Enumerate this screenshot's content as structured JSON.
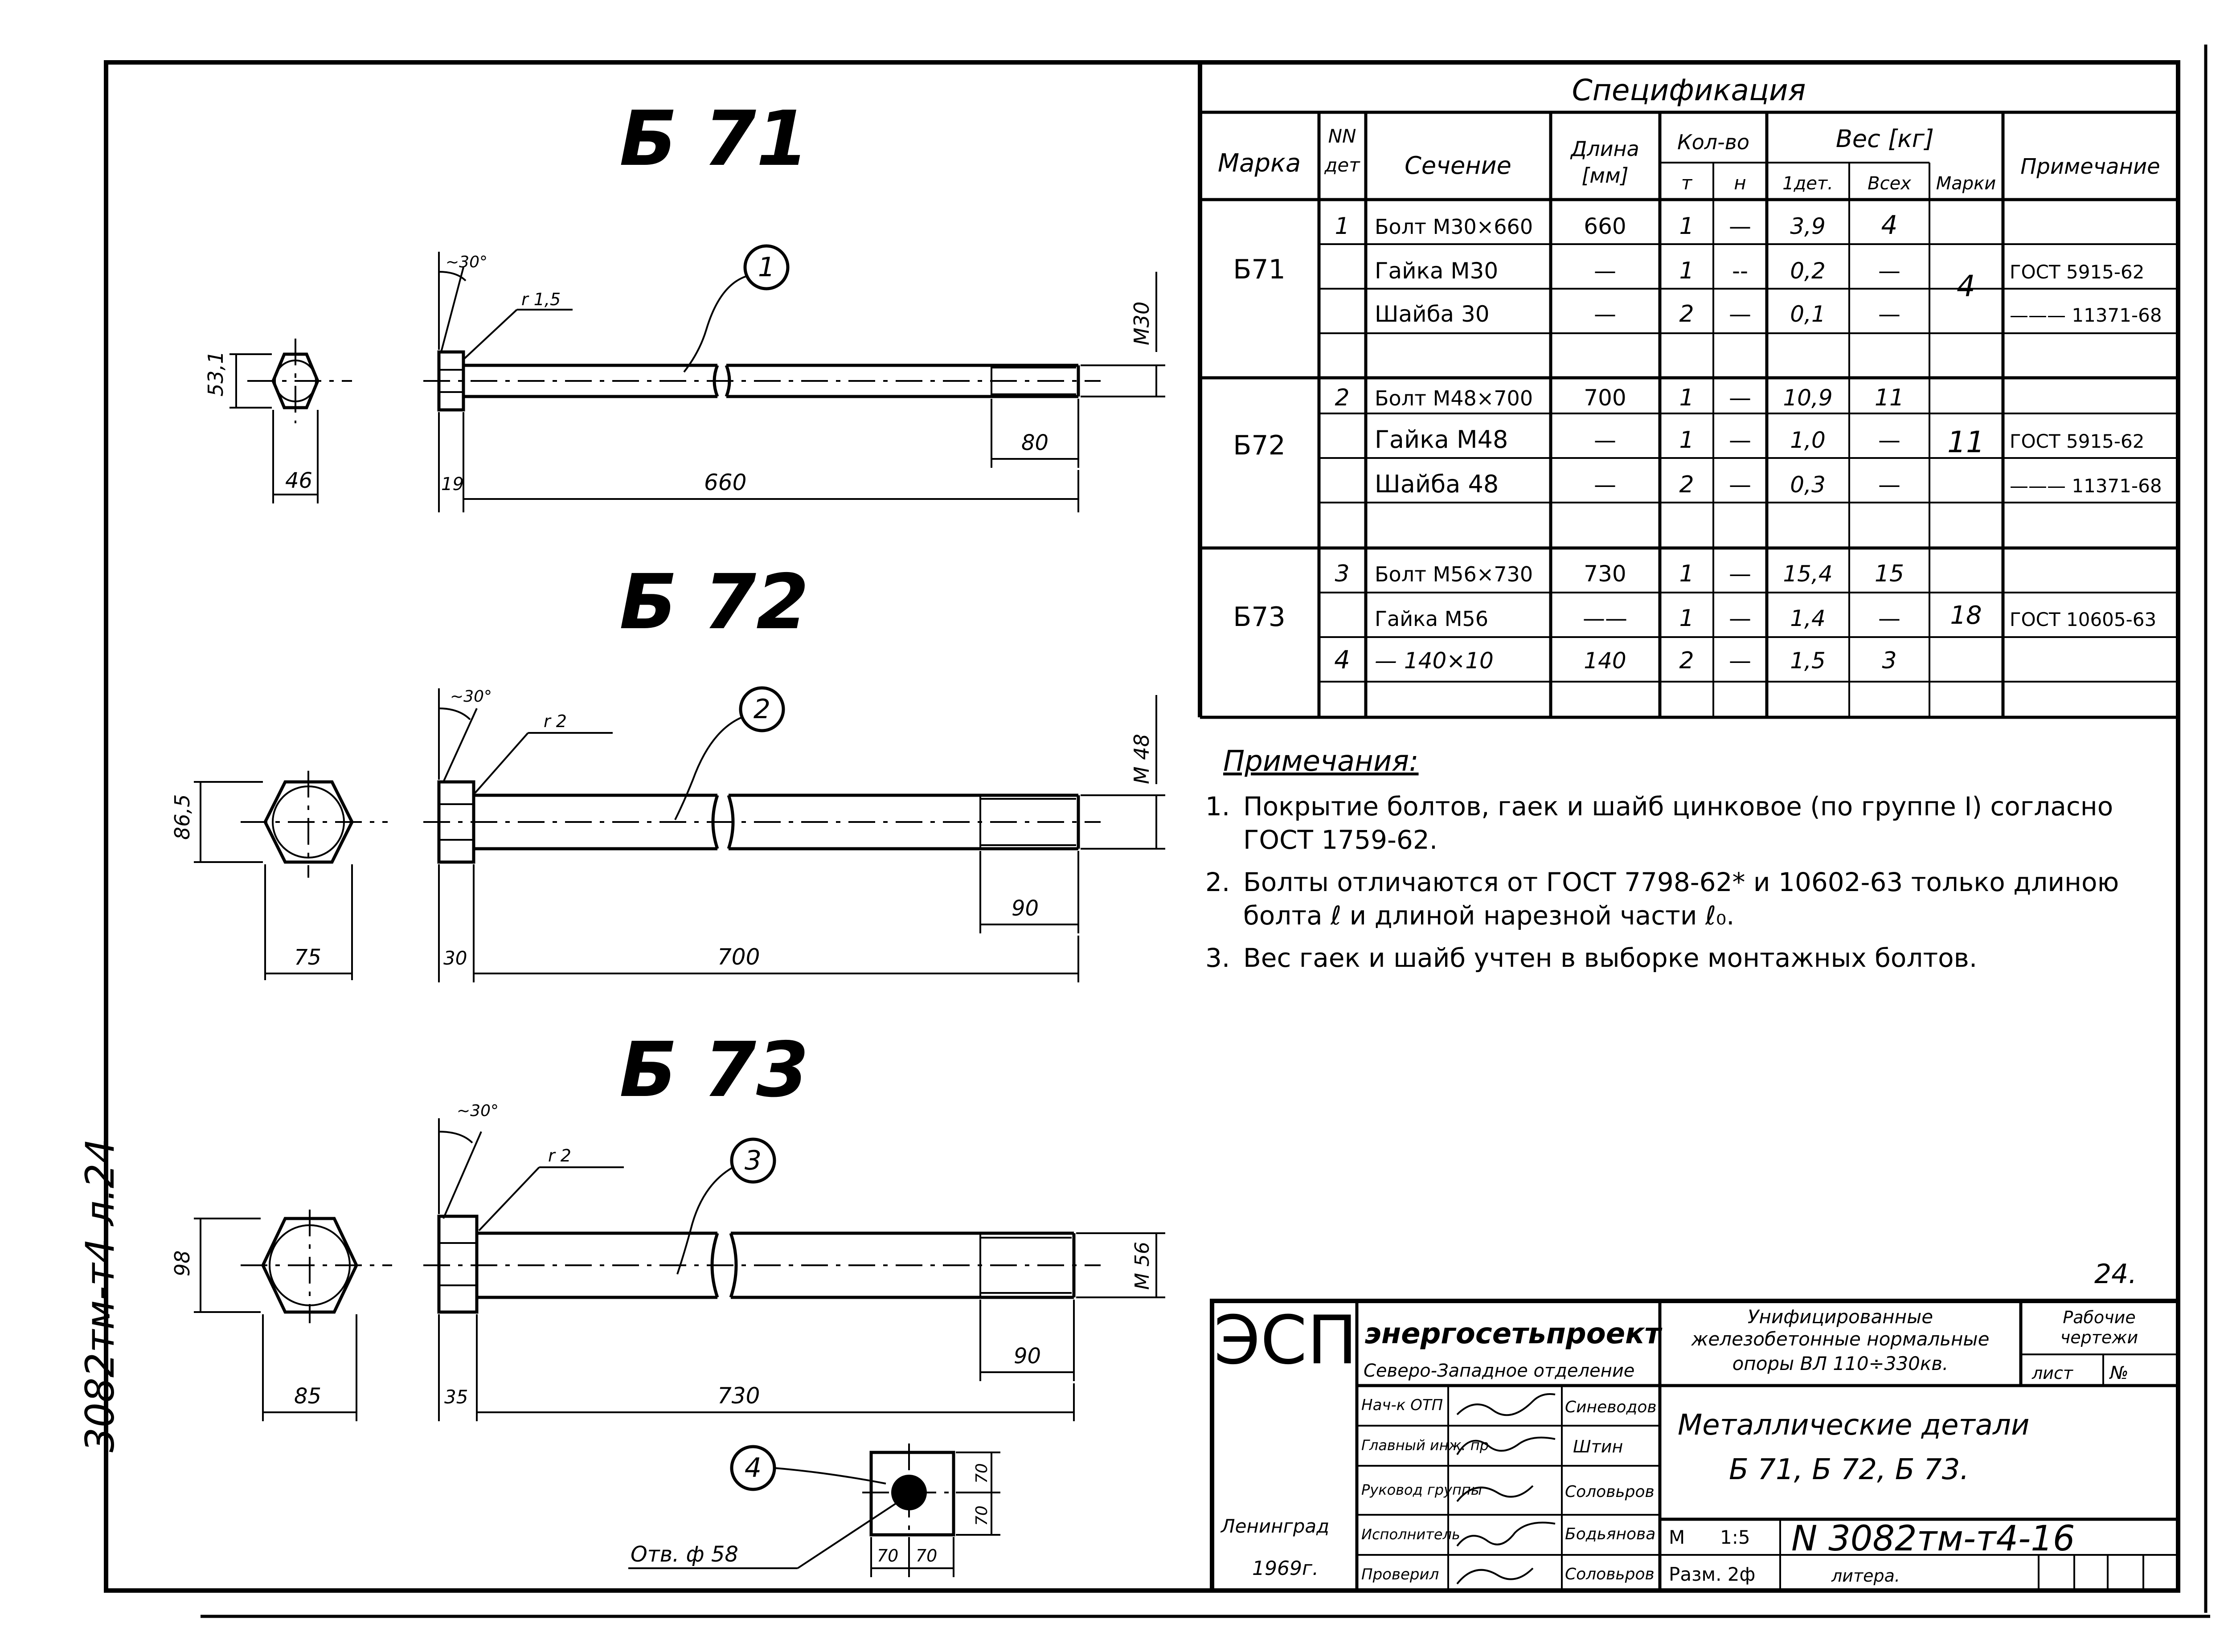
{
  "margin_note": "3082тм-т4 л.24",
  "page_number": "24.",
  "views": [
    {
      "title": "Б 71",
      "detail_no": "1",
      "thread_label": "M30",
      "head_size": "53,1",
      "head_width": "46",
      "head_height": "19",
      "length": "660",
      "thread_length": "80",
      "angle": "~30°",
      "radius": "r 1,5"
    },
    {
      "title": "Б 72",
      "detail_no": "2",
      "thread_label": "M 48",
      "head_size": "86,5",
      "head_width": "75",
      "head_height": "30",
      "length": "700",
      "thread_length": "90",
      "angle": "~30°",
      "radius": "r 2"
    },
    {
      "title": "Б 73",
      "detail_no": "3",
      "thread_label": "M 56",
      "head_size": "98",
      "head_width": "85",
      "head_height": "35",
      "length": "730",
      "thread_length": "90",
      "angle": "~30°",
      "radius": "r 2"
    }
  ],
  "plate": {
    "detail_no": "4",
    "hole_label": "Отв. ф 58",
    "dim_a": "70",
    "dim_b": "70",
    "dim_c": "70",
    "dim_d": "70"
  },
  "spec": {
    "title": "Спецификация",
    "headers": {
      "mark": "Марка",
      "nn": "NN",
      "det": "дет",
      "section": "Сечение",
      "length": "Длина",
      "length_unit": "[мм]",
      "qty": "Кол-во",
      "qty_t": "т",
      "qty_n": "н",
      "weight": "Вес [кг]",
      "w_one": "1дет.",
      "w_all": "Всех",
      "w_mark": "Марки",
      "note": "Примечание"
    },
    "groups": [
      {
        "mark": "Б71",
        "mark_weight": "4",
        "rows": [
          {
            "nn": "1",
            "section": "Болт M30×660",
            "length": "660",
            "t": "1",
            "n": "—",
            "one": "3,9",
            "all": "4",
            "note": ""
          },
          {
            "nn": "",
            "section": "Гайка M30",
            "length": "—",
            "t": "1",
            "n": "--",
            "one": "0,2",
            "all": "—",
            "note": "ГОСТ 5915-62"
          },
          {
            "nn": "",
            "section": "Шайба 30",
            "length": "—",
            "t": "2",
            "n": "—",
            "one": "0,1",
            "all": "—",
            "note": "——— 11371-68"
          }
        ]
      },
      {
        "mark": "Б72",
        "mark_weight": "11",
        "rows": [
          {
            "nn": "2",
            "section": "Болт M48×700",
            "length": "700",
            "t": "1",
            "n": "—",
            "one": "10,9",
            "all": "11",
            "note": ""
          },
          {
            "nn": "",
            "section": "Гайка M48",
            "length": "—",
            "t": "1",
            "n": "—",
            "one": "1,0",
            "all": "—",
            "note": "ГОСТ 5915-62"
          },
          {
            "nn": "",
            "section": "Шайба 48",
            "length": "—",
            "t": "2",
            "n": "—",
            "one": "0,3",
            "all": "—",
            "note": "——— 11371-68"
          }
        ]
      },
      {
        "mark": "Б73",
        "mark_weight": "18",
        "rows": [
          {
            "nn": "3",
            "section": "Болт M56×730",
            "length": "730",
            "t": "1",
            "n": "—",
            "one": "15,4",
            "all": "15",
            "note": ""
          },
          {
            "nn": "",
            "section": "Гайка M56",
            "length": "——",
            "t": "1",
            "n": "—",
            "one": "1,4",
            "all": "—",
            "note": "ГОСТ 10605-63"
          },
          {
            "nn": "4",
            "section": "— 140×10",
            "length": "140",
            "t": "2",
            "n": "—",
            "one": "1,5",
            "all": "3",
            "note": ""
          }
        ]
      }
    ]
  },
  "notes": {
    "heading": "Примечания:",
    "items": [
      {
        "no": "1.",
        "lines": [
          "Покрытие болтов, гаек и шайб цинковое (по группе I) согласно",
          "ГОСТ 1759-62."
        ]
      },
      {
        "no": "2.",
        "lines": [
          "Болты отличаются от ГОСТ 7798-62* и 10602-63 только длиною",
          "болта ℓ и длиной нарезной части ℓ₀."
        ]
      },
      {
        "no": "3.",
        "lines": [
          "Вес гаек и шайб учтен в выборке монтажных болтов."
        ]
      }
    ]
  },
  "titleblock": {
    "logo": "ЭСП",
    "org": "энергосетьпроект",
    "branch": "Северо-Западное отделение",
    "project_lines": [
      "Унифицированные",
      "железобетонные нормальные",
      "опоры ВЛ 110÷330кв."
    ],
    "stage_lines": [
      "Рабочие",
      "чертежи"
    ],
    "sheet_label": "лист",
    "no_label": "№",
    "drawing_title_lines": [
      "Металлические детали",
      "Б 71, Б 72, Б 73."
    ],
    "staff": [
      {
        "role": "Нач-к ОТП",
        "name": "Синеводов"
      },
      {
        "role": "Главный инж. пр",
        "name": "Штин"
      },
      {
        "role": "Руковод группы",
        "name": "Соловьров"
      },
      {
        "role": "Исполнитель",
        "name": "Бодьянова"
      },
      {
        "role": "Проверил",
        "name": "Соловьров"
      }
    ],
    "city": "Ленинград",
    "year": "1969г.",
    "scale_label": "М",
    "scale": "1:5",
    "size": "Разм. 2ф",
    "drawing_number": "N 3082тм-т4-16",
    "litera": "литера."
  }
}
